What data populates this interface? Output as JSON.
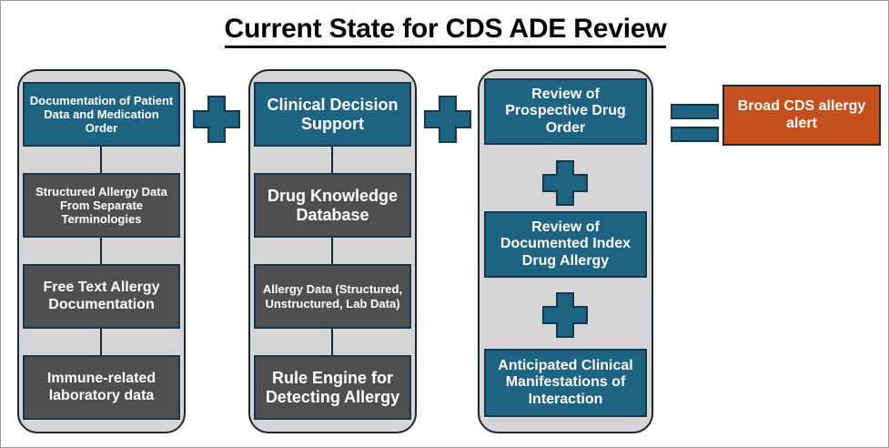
{
  "page": {
    "title": "Current State for CDS ADE Review",
    "background_color": "#ffffff"
  },
  "colors": {
    "teal": "#1d6382",
    "teal_border": "#17374d",
    "gray": "#4f4f4f",
    "orange": "#c3501d",
    "shell": "#d6d6d6",
    "outline": "#1b2733",
    "text_on_fill": "#ffffff",
    "title_text": "#000000"
  },
  "columns": [
    {
      "id": "column-documentation",
      "nodes": [
        {
          "label": "Documentation of Patient Data and Medication Order",
          "style": "teal"
        },
        {
          "label": "Structured Allergy Data From Separate Terminologies",
          "style": "gray"
        },
        {
          "label": "Free Text Allergy Documentation",
          "style": "gray"
        },
        {
          "label": "Immune-related laboratory data",
          "style": "gray"
        }
      ]
    },
    {
      "id": "column-cds",
      "nodes": [
        {
          "label": "Clinical Decision Support",
          "style": "teal"
        },
        {
          "label": "Drug Knowledge Database",
          "style": "gray"
        },
        {
          "label": "Allergy Data (Structured, Unstructured, Lab Data)",
          "style": "gray"
        },
        {
          "label": "Rule Engine for Detecting Allergy",
          "style": "gray"
        }
      ]
    },
    {
      "id": "column-review",
      "nodes": [
        {
          "label": "Review of Prospective Drug Order",
          "style": "teal"
        },
        {
          "label": "Review of Documented Index Drug Allergy",
          "style": "teal"
        },
        {
          "label": "Anticipated Clinical Manifestations of Interaction",
          "style": "teal"
        }
      ]
    }
  ],
  "operators": {
    "plus_1": "plus",
    "plus_2": "plus",
    "plus_inner_1": "plus",
    "plus_inner_2": "plus",
    "equals": "equals"
  },
  "result": {
    "label": "Broad CDS allergy alert",
    "style": "orange"
  }
}
